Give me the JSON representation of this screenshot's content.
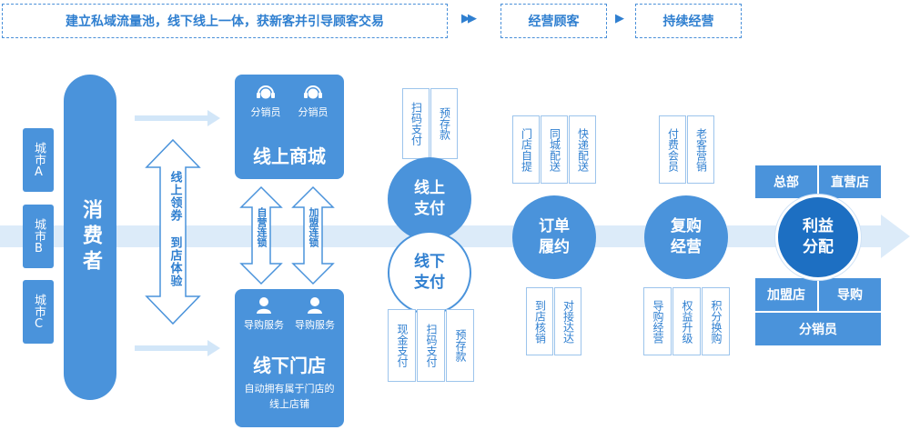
{
  "header": {
    "banner": "建立私域流量池，线下线上一体，获新客并引导顾客交易",
    "arrow1": "▶▶",
    "stage2": "经营顾客",
    "arrow2": "▶",
    "stage3": "持续经营"
  },
  "cities": [
    "城市A",
    "城市B",
    "城市C"
  ],
  "consumer": "消费者",
  "coupon_label": "线上领券 到店体验",
  "online_mall": {
    "role1": "分销员",
    "role2": "分销员",
    "title": "线上商城"
  },
  "links": {
    "left": "自营连锁",
    "right": "加盟连锁"
  },
  "offline_store": {
    "service1": "导购服务",
    "service2": "导购服务",
    "title": "线下门店",
    "desc": "自动拥有属于门店的线上店铺"
  },
  "payment": {
    "online_circle": "线上支付",
    "offline_circle": "线下支付",
    "online_tags": [
      "扫码支付",
      "预存款"
    ],
    "offline_tags": [
      "现金支付",
      "扫码支付",
      "预存款"
    ]
  },
  "fulfillment": {
    "circle": "订单履约",
    "top_tags": [
      "门店自提",
      "同城配送",
      "快递配送"
    ],
    "bottom_tags": [
      "到店核销",
      "对接达达"
    ]
  },
  "repurchase": {
    "circle": "复购经营",
    "top_tags": [
      "付费会员",
      "老客营销"
    ],
    "bottom_tags": [
      "导购经营",
      "权益升级",
      "积分换购"
    ]
  },
  "profit": {
    "circle": "利益分配",
    "boxes": {
      "hq": "总部",
      "direct": "直营店",
      "franchise": "加盟店",
      "guide": "导购",
      "distributor": "分销员"
    }
  }
}
